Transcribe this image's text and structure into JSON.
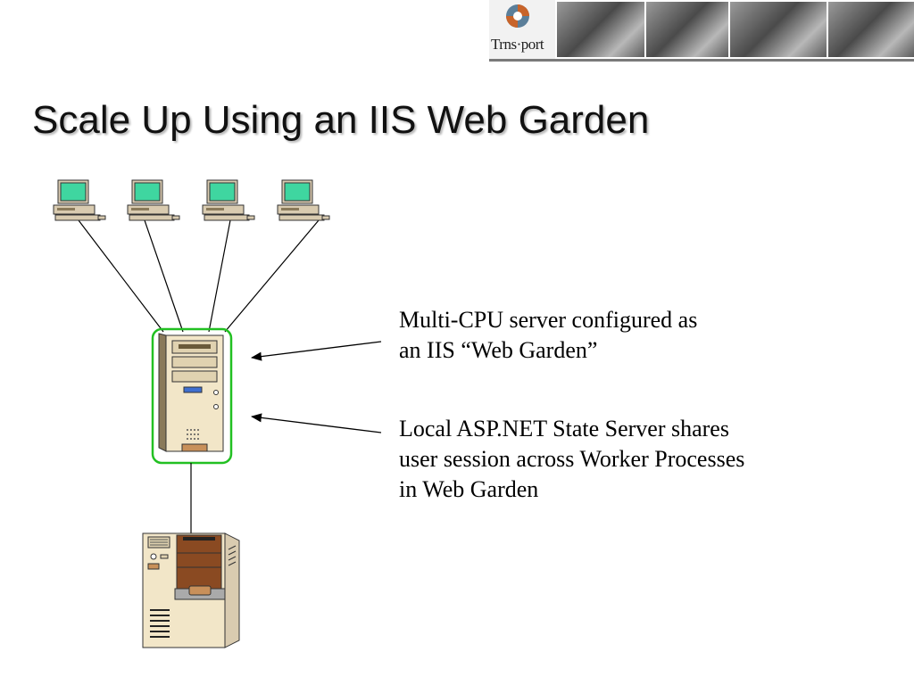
{
  "header": {
    "logo_text": "Trns·port",
    "photo_strip": [
      "keyboard-typing-photo",
      "highway-bridge-photo",
      "laptop-engineer-photo",
      "highway-traffic-photo"
    ]
  },
  "slide": {
    "title": "Scale Up Using an IIS Web Garden"
  },
  "diagram": {
    "clients": [
      "client-computer",
      "client-computer",
      "client-computer",
      "client-computer"
    ],
    "web_garden_highlight_color": "#22c022",
    "client_screen_color": "#3fd6a0"
  },
  "annotations": {
    "web_garden": {
      "lines": [
        "Multi-CPU server configured as",
        "an IIS “Web Garden”"
      ]
    },
    "state_server": {
      "lines": [
        "Local ASP.NET State Server shares",
        "user session across Worker Processes",
        "in Web Garden"
      ]
    }
  }
}
